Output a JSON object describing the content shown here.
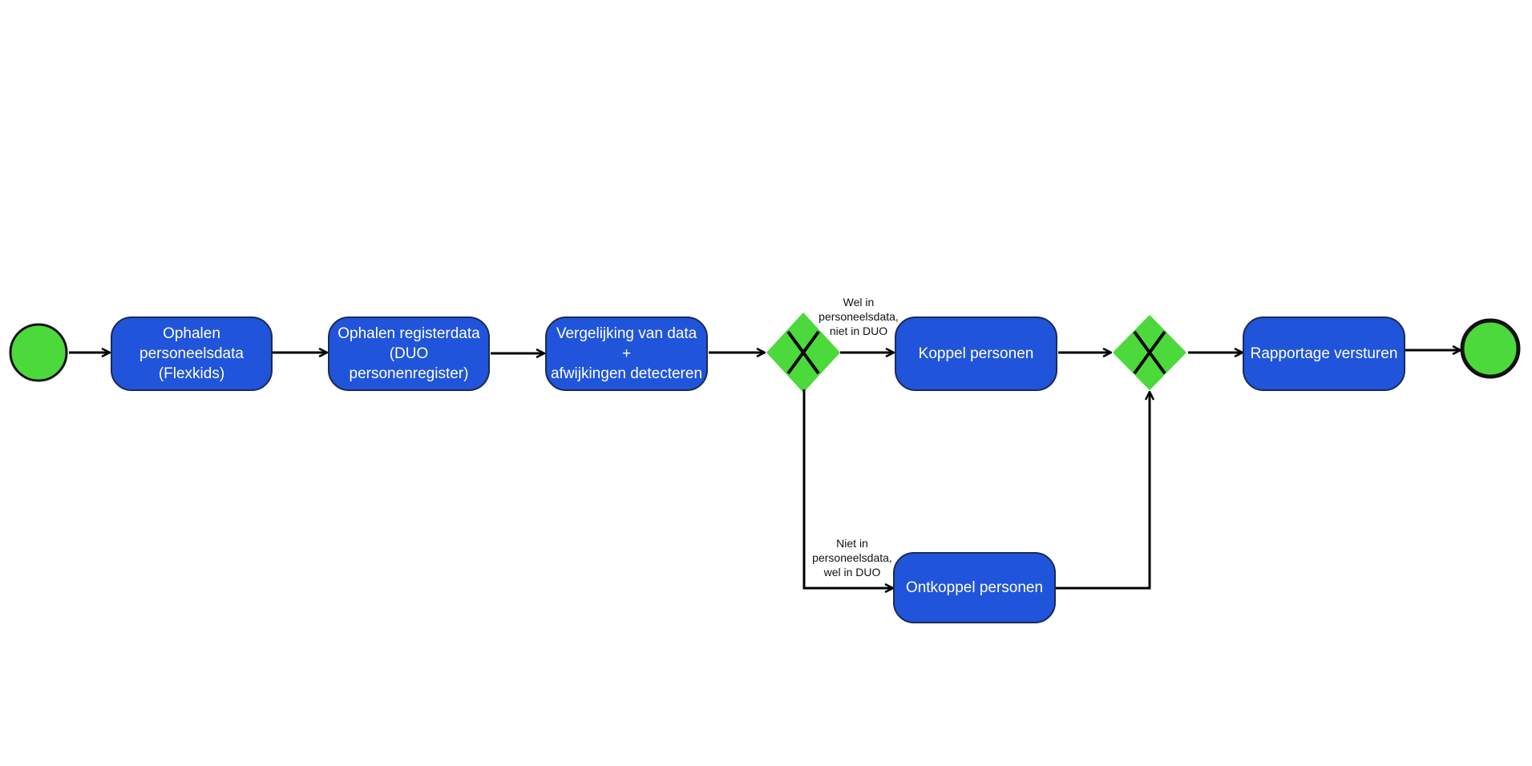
{
  "diagram": {
    "tasks": {
      "ophalen_personeelsdata": "Ophalen\npersoneelsdata\n(Flexkids)",
      "ophalen_registerdata": "Ophalen registerdata\n(DUO\npersonenregister)",
      "vergelijking": "Vergelijking van data +\nafwijkingen detecteren",
      "koppel": "Koppel personen",
      "ontkoppel": "Ontkoppel personen",
      "rapportage": "Rapportage versturen"
    },
    "edge_labels": {
      "wel_in_personeelsdata": "Wel in\npersoneelsdata,\nniet in DUO",
      "niet_in_personeelsdata": "Niet in\npersoneelsdata,\nwel in DUO"
    },
    "colors": {
      "task_fill": "#2054DB",
      "event_fill": "#4CD93B",
      "gateway_fill": "#4CD93B",
      "line": "#000000"
    }
  }
}
